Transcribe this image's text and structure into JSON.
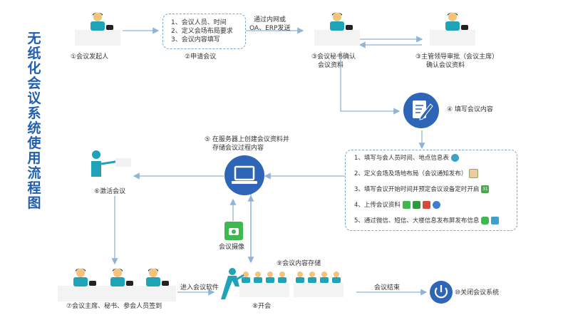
{
  "title_chars": [
    "无",
    "纸",
    "化",
    "会",
    "议",
    "系",
    "统",
    "使",
    "用",
    "流",
    "程",
    "图"
  ],
  "step1_label": "①会议发起人",
  "step2_label": "②申请会议",
  "step2_items": [
    "1、会议人员、时间",
    "2、定义会场布局要求",
    "3、会议内容填写"
  ],
  "via_text": [
    "通过内网或",
    "OA、ERP发送"
  ],
  "step3_label": [
    "③会议秘书确认",
    "会议资料"
  ],
  "step3b_label": [
    "③主管领导审批（会议主席）",
    "确认会议资料"
  ],
  "step4_label": "④ 填写会议内容",
  "step5_label": [
    "⑤ 在服务器上创建会议资料并",
    "存储会议过程内容"
  ],
  "step6_label": "⑥激活会议",
  "camera_label": "会议摄像",
  "detail_items": [
    "1、填写与会人员时间、地点信息表",
    "2、定义会场及场地布局（会议通知发布）",
    "3、填写会议开始时间并预定会议设备定时开启",
    "4、上传会议资料",
    "5、通过微信、短信、大楼信息发布屏发布信息"
  ],
  "detail_icon_31": "31",
  "step7_label": "⑦会议主席、秘书、参会人员签到",
  "enter_software": "进入会议软件",
  "step8_label": "⑧开会",
  "step9_label": "⑨会议内容存储",
  "meeting_end": "会议结束",
  "step10_label": "⑩关闭会议系统",
  "colors": {
    "title": "#1f5fb0",
    "circle": "#2f65b7",
    "arrow": "#8fb4d6",
    "person": "#1fa3b8",
    "skin": "#f4c27a",
    "green": "#3fb84f"
  }
}
